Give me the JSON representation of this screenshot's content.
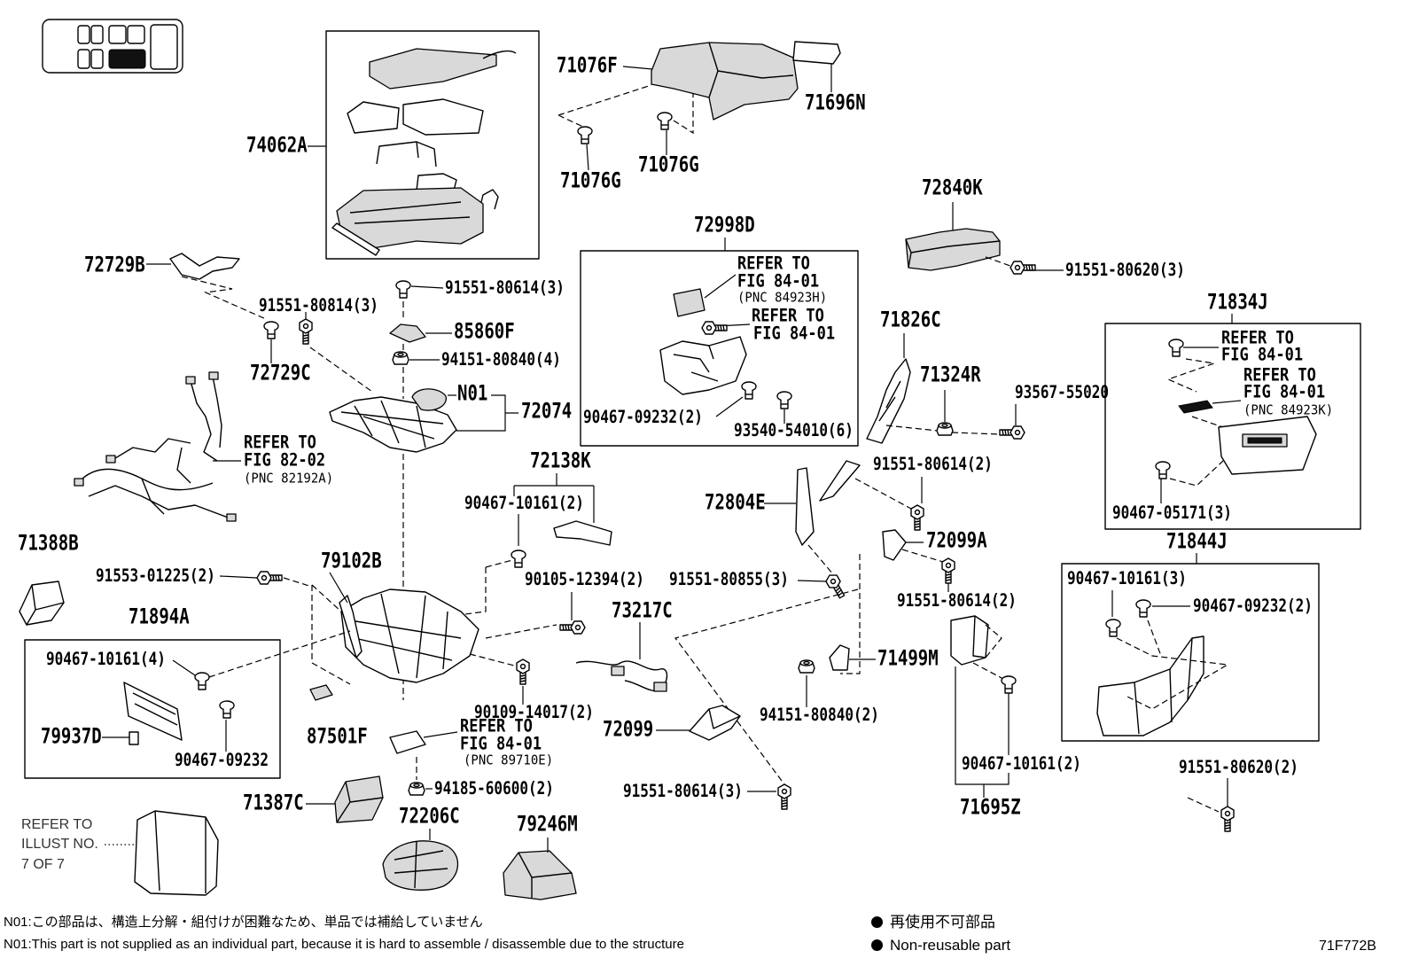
{
  "diagram": {
    "illustration_code": "71F772B",
    "locator_icon": "seat-position-locator-icon",
    "line_color": "#000000",
    "background": "#ffffff"
  },
  "callouts": [
    "71076F",
    "71696N",
    "74062A",
    "71076G",
    "71076G",
    "72840K",
    "72998D",
    "90467-09232(2)",
    "93540-54010(6)",
    "72729B",
    "91551-80620(3)",
    "91551-80614(3)",
    "91551-80814(3)",
    "71834J",
    "90467-05171(3)",
    "85860F",
    "71826C",
    "94151-80840(4)",
    "72729C",
    "71324R",
    "93567-55020",
    "N01",
    "72074",
    "72138K",
    "91551-80614(2)",
    "90467-10161(2)",
    "72804E",
    "72099A",
    "71388B",
    "71844J",
    "79102B",
    "91553-01225(2)",
    "90105-12394(2)",
    "91551-80855(3)",
    "90467-10161(3)",
    "90467-09232(2)",
    "91551-80614(2)",
    "73217C",
    "71894A",
    "90467-10161(4)",
    "71499M",
    "90109-14017(2)",
    "94151-80840(2)",
    "72099",
    "79937D",
    "87501F",
    "90467-09232",
    "90467-10161(2)",
    "91551-80620(2)",
    "94185-60600(2)",
    "91551-80614(3)",
    "71387C",
    "71695Z",
    "72206C",
    "79246M"
  ],
  "references": [
    [
      "REFER TO",
      "FIG 84-01",
      "(PNC 84923H)"
    ],
    [
      "REFER TO",
      "FIG 84-01"
    ],
    [
      "REFER TO",
      "FIG 84-01"
    ],
    [
      "REFER TO",
      "FIG 84-01",
      "(PNC 84923K)"
    ],
    [
      "REFER TO",
      "FIG 82-02",
      "(PNC 82192A)"
    ],
    [
      "REFER TO",
      "FIG 84-01",
      "(PNC 89710E)"
    ],
    [
      "REFER TO",
      "ILLUST NO.",
      "7 OF 7"
    ]
  ],
  "notes": {
    "n01_ja": "N01:この部品は、構造上分解・組付けが困難なため、単品では補給していません",
    "n01_en": "N01:This part is not supplied as an individual part, because it is hard to assemble / disassemble due to the structure"
  },
  "legend": {
    "marker_icon": "filled-circle-icon",
    "ja": "再使用不可部品",
    "en": "Non-reusable part"
  }
}
